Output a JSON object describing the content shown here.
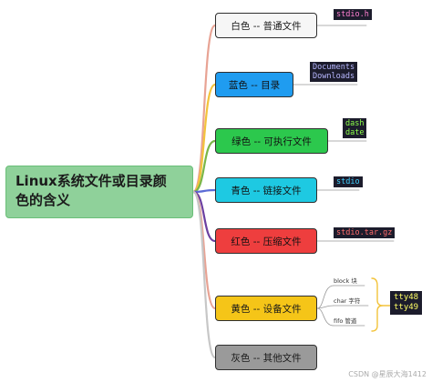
{
  "root": {
    "line1": "Linux系统文件或目录颜",
    "line2": "色的含义"
  },
  "branches": [
    {
      "label": "白色 -- 普通文件",
      "fill": "#f6f6f6",
      "line": "#e8a394",
      "tags": [
        "stdio.h"
      ],
      "tag_color": "#ff7fd0"
    },
    {
      "label": "蓝色 -- 目录",
      "fill": "#1f9cf0",
      "line": "#f3c33b",
      "tags": [
        "Documents",
        "Downloads"
      ],
      "tag_color": "#b8b8ff"
    },
    {
      "label": "绿色 -- 可执行文件",
      "fill": "#2cc84d",
      "line": "#7ab648",
      "tags": [
        "dash",
        "date"
      ],
      "tag_color": "#8cff4a"
    },
    {
      "label": "青色 -- 链接文件",
      "fill": "#1ec9e2",
      "line": "#5b6bd6",
      "tags": [
        "stdio"
      ],
      "tag_color": "#40d0ff"
    },
    {
      "label": "红色 -- 压缩文件",
      "fill": "#ee3e3e",
      "line": "#6b3fa0",
      "tags": [
        "stdio.tar.gz"
      ],
      "tag_color": "#ff6b6b"
    },
    {
      "label": "黄色 -- 设备文件",
      "fill": "#f5c518",
      "line": "#e8a394",
      "tags": [],
      "tag_color": "#ffff55"
    },
    {
      "label": "灰色 -- 其他文件",
      "fill": "#9a9a9a",
      "line": "#c7c7c7",
      "tags": [],
      "tag_color": "#ffffff"
    }
  ],
  "device": {
    "leaves": [
      "block 块",
      "char 字符",
      "fifo 管道"
    ],
    "tags": [
      "tty48",
      "tty49"
    ],
    "tag_color": "#ffff66",
    "bracket_color": "#f3c33b"
  },
  "watermark": "CSDN @星辰大海1412"
}
